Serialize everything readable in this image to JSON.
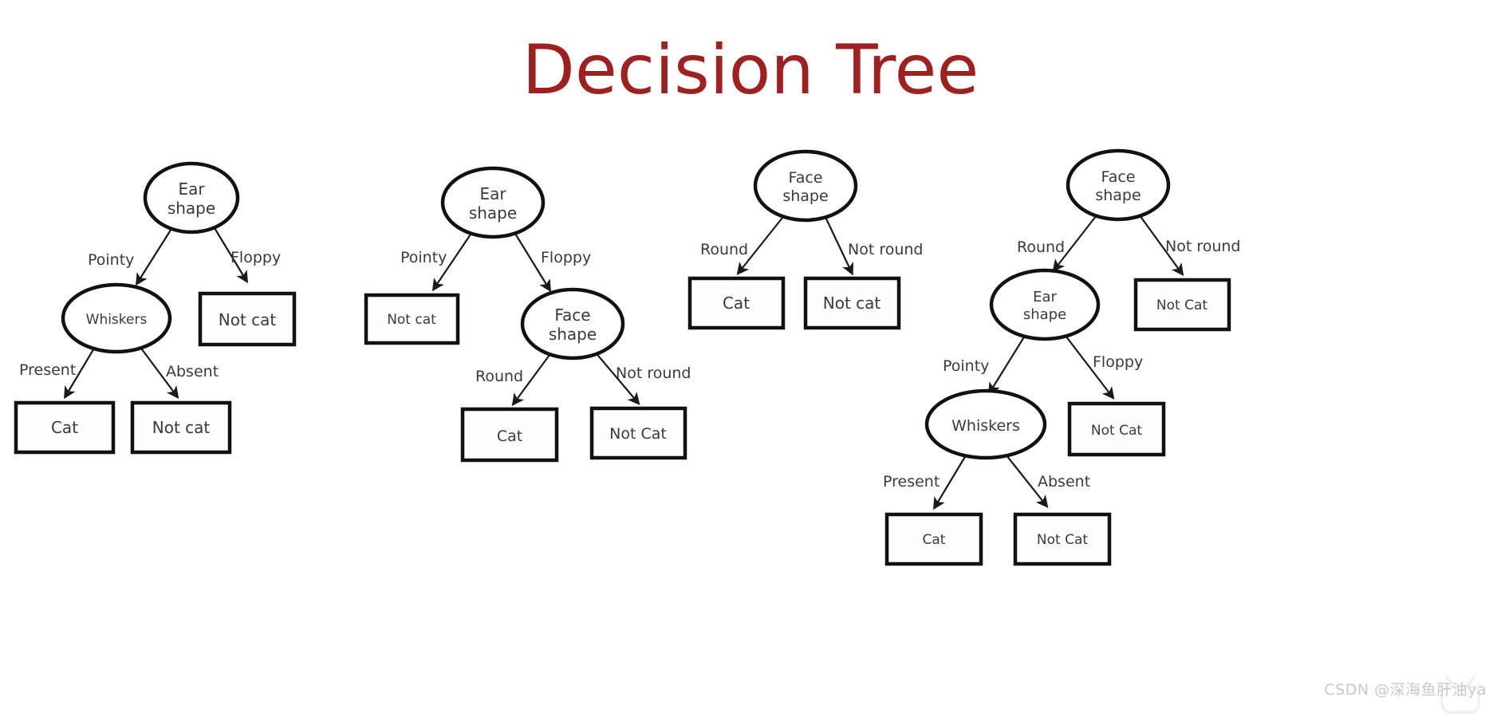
{
  "page": {
    "title": "Decision Tree",
    "title_color": "#9e2122",
    "background": "#ffffff"
  },
  "watermark": {
    "text": "CSDN @深海鱼肝油ya",
    "logo_icon": "csdn-tv-logo-icon",
    "color": "#c9c9c9"
  },
  "bottom_clipped_text": {
    "text": ""
  },
  "chart_data": {
    "type": "diagram",
    "title": "Decision Tree",
    "description": "Four alternative decision trees for cat classification",
    "node_shapes": {
      "decision": "ellipse",
      "leaf": "rectangle"
    },
    "trees": [
      {
        "id": "tree-1",
        "root": "Ear shape",
        "nodes": [
          {
            "id": "t1-n1",
            "label": "Ear shape",
            "type": "decision"
          },
          {
            "id": "t1-n2",
            "label": "Whiskers",
            "type": "decision"
          },
          {
            "id": "t1-n3",
            "label": "Not cat",
            "type": "leaf"
          },
          {
            "id": "t1-n4",
            "label": "Cat",
            "type": "leaf"
          },
          {
            "id": "t1-n5",
            "label": "Not cat",
            "type": "leaf"
          }
        ],
        "edges": [
          {
            "from": "t1-n1",
            "to": "t1-n2",
            "label": "Pointy"
          },
          {
            "from": "t1-n1",
            "to": "t1-n3",
            "label": "Floppy"
          },
          {
            "from": "t1-n2",
            "to": "t1-n4",
            "label": "Present"
          },
          {
            "from": "t1-n2",
            "to": "t1-n5",
            "label": "Absent"
          }
        ]
      },
      {
        "id": "tree-2",
        "root": "Ear shape",
        "nodes": [
          {
            "id": "t2-n1",
            "label": "Ear shape",
            "type": "decision"
          },
          {
            "id": "t2-n2",
            "label": "Not cat",
            "type": "leaf"
          },
          {
            "id": "t2-n3",
            "label": "Face shape",
            "type": "decision"
          },
          {
            "id": "t2-n4",
            "label": "Cat",
            "type": "leaf"
          },
          {
            "id": "t2-n5",
            "label": "Not Cat",
            "type": "leaf"
          }
        ],
        "edges": [
          {
            "from": "t2-n1",
            "to": "t2-n2",
            "label": "Pointy"
          },
          {
            "from": "t2-n1",
            "to": "t2-n3",
            "label": "Floppy"
          },
          {
            "from": "t2-n3",
            "to": "t2-n4",
            "label": "Round"
          },
          {
            "from": "t2-n3",
            "to": "t2-n5",
            "label": "Not round"
          }
        ]
      },
      {
        "id": "tree-3",
        "root": "Face shape",
        "nodes": [
          {
            "id": "t3-n1",
            "label": "Face shape",
            "type": "decision"
          },
          {
            "id": "t3-n2",
            "label": "Cat",
            "type": "leaf"
          },
          {
            "id": "t3-n3",
            "label": "Not cat",
            "type": "leaf"
          }
        ],
        "edges": [
          {
            "from": "t3-n1",
            "to": "t3-n2",
            "label": "Round"
          },
          {
            "from": "t3-n1",
            "to": "t3-n3",
            "label": "Not round"
          }
        ]
      },
      {
        "id": "tree-4",
        "root": "Face shape",
        "nodes": [
          {
            "id": "t4-n1",
            "label": "Face shape",
            "type": "decision"
          },
          {
            "id": "t4-n2",
            "label": "Ear shape",
            "type": "decision"
          },
          {
            "id": "t4-n3",
            "label": "Not Cat",
            "type": "leaf"
          },
          {
            "id": "t4-n4",
            "label": "Whiskers",
            "type": "decision"
          },
          {
            "id": "t4-n5",
            "label": "Not Cat",
            "type": "leaf"
          },
          {
            "id": "t4-n6",
            "label": "Cat",
            "type": "leaf"
          },
          {
            "id": "t4-n7",
            "label": "Not Cat",
            "type": "leaf"
          }
        ],
        "edges": [
          {
            "from": "t4-n1",
            "to": "t4-n2",
            "label": "Round"
          },
          {
            "from": "t4-n1",
            "to": "t4-n3",
            "label": "Not round"
          },
          {
            "from": "t4-n2",
            "to": "t4-n4",
            "label": "Pointy"
          },
          {
            "from": "t4-n2",
            "to": "t4-n5",
            "label": "Floppy"
          },
          {
            "from": "t4-n4",
            "to": "t4-n6",
            "label": "Present"
          },
          {
            "from": "t4-n4",
            "to": "t4-n7",
            "label": "Absent"
          }
        ]
      }
    ]
  },
  "tree1": {
    "n1_line1": "Ear",
    "n1_line2": "shape",
    "n2": "Whiskers",
    "n3": "Not cat",
    "n4": "Cat",
    "n5": "Not cat",
    "e1": "Pointy",
    "e2": "Floppy",
    "e3": "Present",
    "e4": "Absent"
  },
  "tree2": {
    "n1_line1": "Ear",
    "n1_line2": "shape",
    "n2": "Not cat",
    "n3_line1": "Face",
    "n3_line2": "shape",
    "n4": "Cat",
    "n5": "Not Cat",
    "e1": "Pointy",
    "e2": "Floppy",
    "e3": "Round",
    "e4": "Not round"
  },
  "tree3": {
    "n1_line1": "Face",
    "n1_line2": "shape",
    "n2": "Cat",
    "n3": "Not cat",
    "e1": "Round",
    "e2": "Not round"
  },
  "tree4": {
    "n1_line1": "Face",
    "n1_line2": "shape",
    "n2_line1": "Ear",
    "n2_line2": "shape",
    "n3": "Not Cat",
    "n4": "Whiskers",
    "n5": "Not Cat",
    "n6": "Cat",
    "n7": "Not Cat",
    "e1": "Round",
    "e2": "Not round",
    "e3": "Pointy",
    "e4": "Floppy",
    "e5": "Present",
    "e6": "Absent"
  }
}
